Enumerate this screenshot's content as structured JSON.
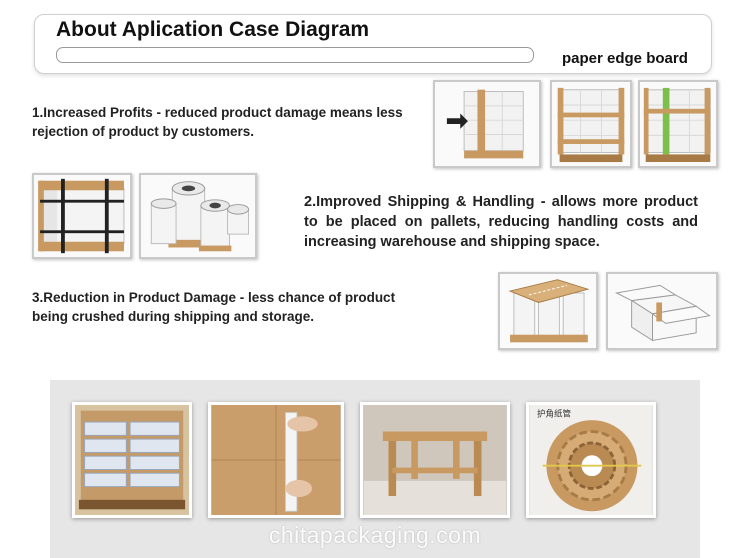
{
  "header": {
    "title": "About Aplication Case Diagram",
    "tag": "paper edge board"
  },
  "paragraphs": {
    "p1": "1.Increased Profits - reduced product damage means less rejection of product by customers.",
    "p2": "2.Improved Shipping & Handling - allows more product to be placed on pallets, reducing handling costs and increasing warehouse and shipping space.",
    "p3": "3.Reduction in Product Damage - less chance of product being crushed during shipping and storage."
  },
  "gallery": {
    "caption_text": "护角纸管"
  },
  "watermark": "chitapackaging.com",
  "colors": {
    "kraft": "#c89a62",
    "kraft_dark": "#a87a45",
    "box_white": "#f4f4f4",
    "strap": "#222222",
    "gallery_bg": "#e6e6e6"
  }
}
